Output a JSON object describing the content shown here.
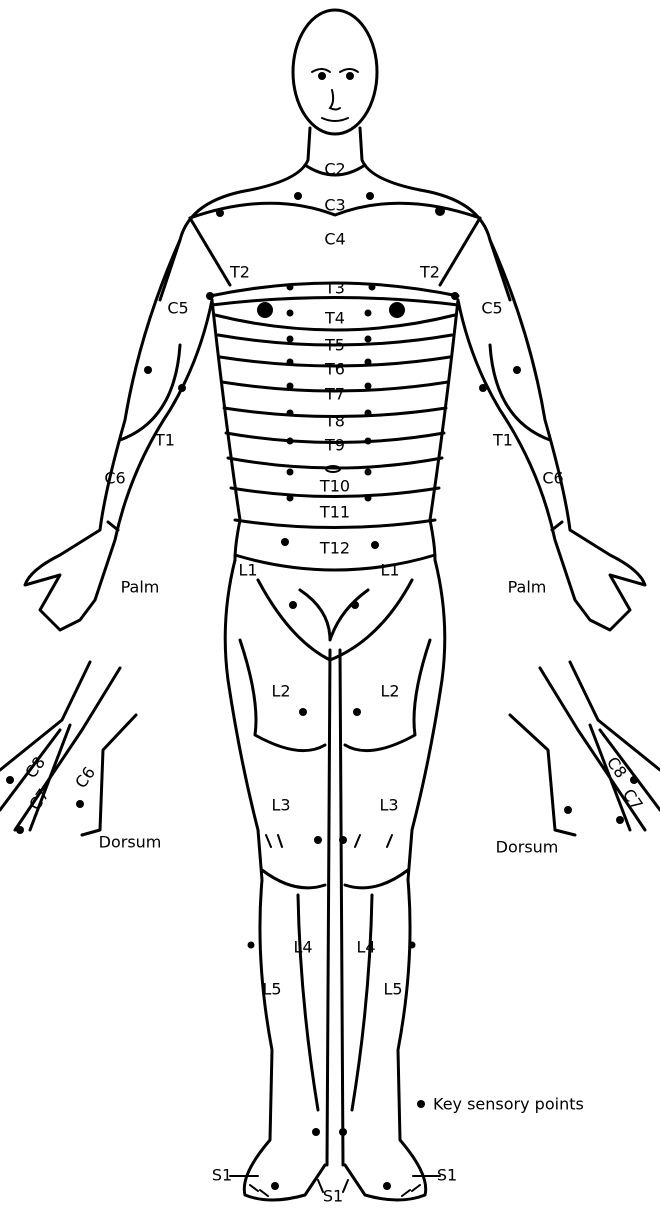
{
  "labels": {
    "c2": "C2",
    "c3": "C3",
    "c4": "C4",
    "t2_left": "T2",
    "t2_right": "T2",
    "t3": "T3",
    "t4": "T4",
    "t5": "T5",
    "t6": "T6",
    "t7": "T7",
    "t8": "T8",
    "t9": "T9",
    "t10": "T10",
    "t11": "T11",
    "t12": "T12",
    "c5_left": "C5",
    "c5_right": "C5",
    "t1_left": "T1",
    "t1_right": "T1",
    "c6_left": "C6",
    "c6_right": "C6",
    "palm_left": "Palm",
    "palm_right": "Palm",
    "l1_left": "L1",
    "l1_right": "L1",
    "l2_left": "L2",
    "l2_right": "L2",
    "l3_left": "L3",
    "l3_right": "L3",
    "l4_left": "L4",
    "l4_right": "L4",
    "l5_left": "L5",
    "l5_right": "L5",
    "dorsum_left": "Dorsum",
    "dorsum_right": "Dorsum",
    "c8_left": "C8",
    "c7_left": "C7",
    "c6_dorsum_left": "C6",
    "c8_right": "C8",
    "c7_right": "C7",
    "s1_left": "S1",
    "s1_center": "S1",
    "s1_right": "S1"
  },
  "legend": {
    "label": "Key sensory points"
  }
}
